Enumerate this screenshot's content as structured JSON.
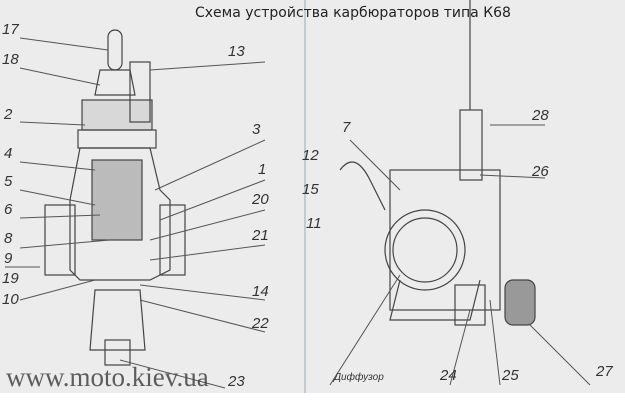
{
  "title": "Схема устройства карбюраторов типа К68",
  "watermark": "www.moto.kiev.ua",
  "left_labels": [
    "17",
    "18",
    "2",
    "4",
    "5",
    "6",
    "8",
    "9",
    "19",
    "10",
    "13",
    "3",
    "1",
    "20",
    "21",
    "14",
    "22",
    "23"
  ],
  "right_labels": [
    "12",
    "15",
    "11",
    "7",
    "28",
    "26",
    "Диффузор",
    "24",
    "25",
    "27"
  ]
}
